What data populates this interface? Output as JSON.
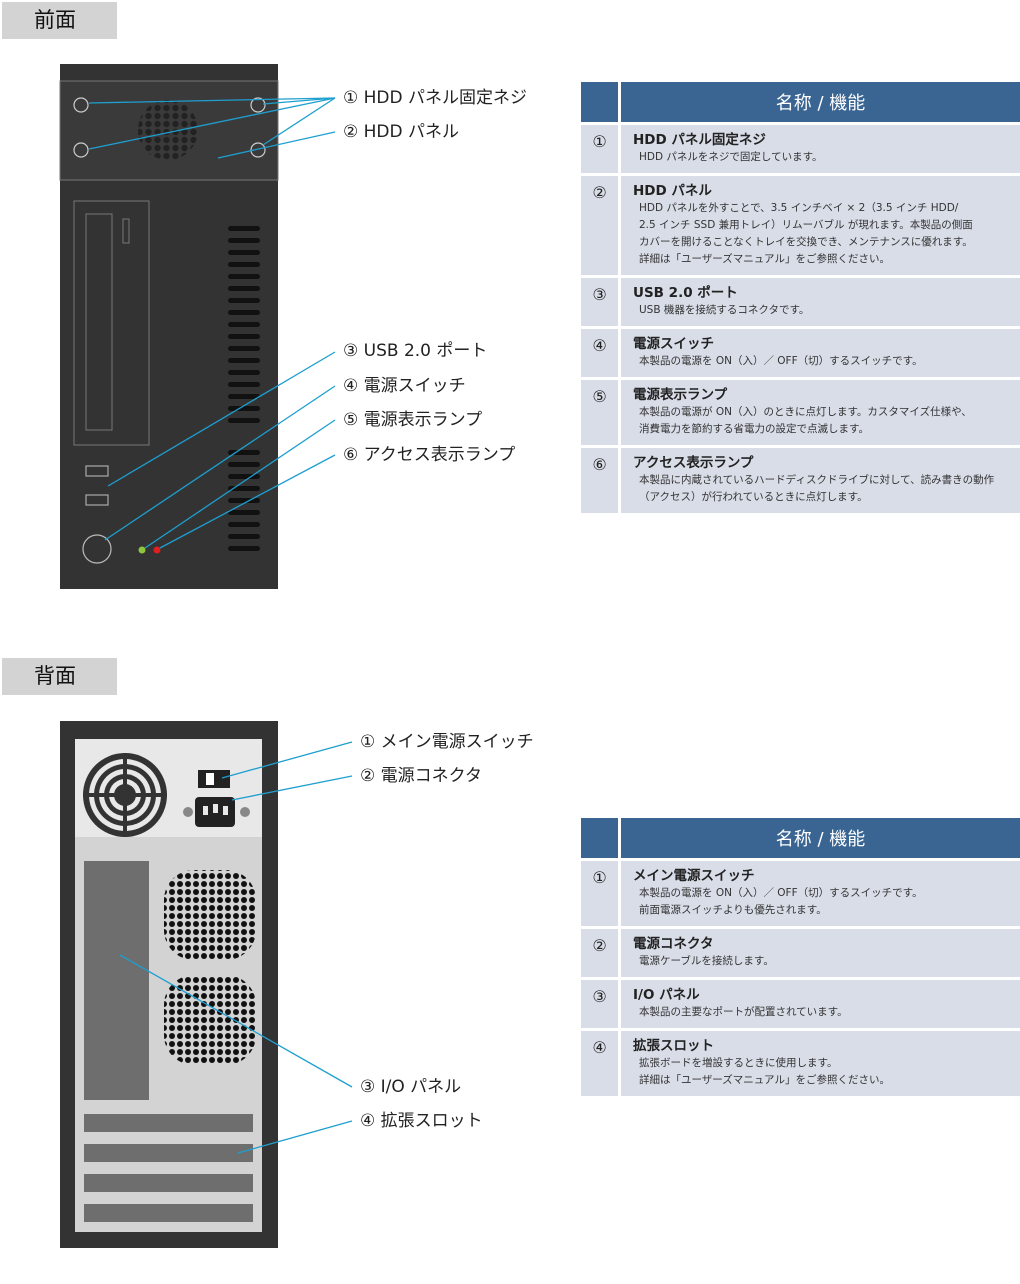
{
  "front": {
    "tab_label": "前面",
    "callouts": [
      "① HDD パネル固定ネジ",
      "② HDD パネル",
      "③ USB 2.0 ポート",
      "④ 電源スイッチ",
      "⑤ 電源表示ランプ",
      "⑥ アクセス表示ランプ"
    ],
    "table": {
      "header": "名称 / 機能",
      "rows": [
        {
          "num": "①",
          "name": "HDD パネル固定ネジ",
          "desc": "HDD パネルをネジで固定しています。"
        },
        {
          "num": "②",
          "name": "HDD パネル",
          "desc": "HDD パネルを外すことで、3.5 インチベイ × 2（3.5 インチ HDD/\n2.5 インチ SSD 兼用トレイ）リムーバブル が現れます。本製品の側面\nカバーを開けることなくトレイを交換でき、メンテナンスに優れます。\n詳細は「ユーザーズマニュアル」をご参照ください。"
        },
        {
          "num": "③",
          "name": "USB 2.0 ポート",
          "desc": "USB 機器を接続するコネクタです。"
        },
        {
          "num": "④",
          "name": "電源スイッチ",
          "desc": "本製品の電源を ON（入）／ OFF（切）するスイッチです。"
        },
        {
          "num": "⑤",
          "name": "電源表示ランプ",
          "desc": "本製品の電源が ON（入）のときに点灯します。カスタマイズ仕様や、\n消費電力を節約する省電力の設定で点滅します。"
        },
        {
          "num": "⑥",
          "name": "アクセス表示ランプ",
          "desc": "本製品に内蔵されているハードディスクドライブに対して、読み書きの動作\n（アクセス）が行われているときに点灯します。"
        }
      ]
    }
  },
  "back": {
    "tab_label": "背面",
    "callouts": [
      "① メイン電源スイッチ",
      "② 電源コネクタ",
      "③ I/O パネル",
      "④ 拡張スロット"
    ],
    "table": {
      "header": "名称 / 機能",
      "rows": [
        {
          "num": "①",
          "name": "メイン電源スイッチ",
          "desc": "本製品の電源を ON（入）／ OFF（切）するスイッチです。\n前面電源スイッチよりも優先されます。"
        },
        {
          "num": "②",
          "name": "電源コネクタ",
          "desc": "電源ケーブルを接続します。"
        },
        {
          "num": "③",
          "name": "I/O パネル",
          "desc": "本製品の主要なポートが配置されています。"
        },
        {
          "num": "④",
          "name": "拡張スロット",
          "desc": "拡張ボードを増設するときに使用します。\n詳細は「ユーザーズマニュアル」をご参照ください。"
        }
      ]
    }
  },
  "colors": {
    "case": "#333333",
    "callout_line": "#1e9fd0",
    "table_header": "#3a6593",
    "table_row": "#d8dde8",
    "power_led": "#8cc63f",
    "access_led": "#e02020"
  }
}
